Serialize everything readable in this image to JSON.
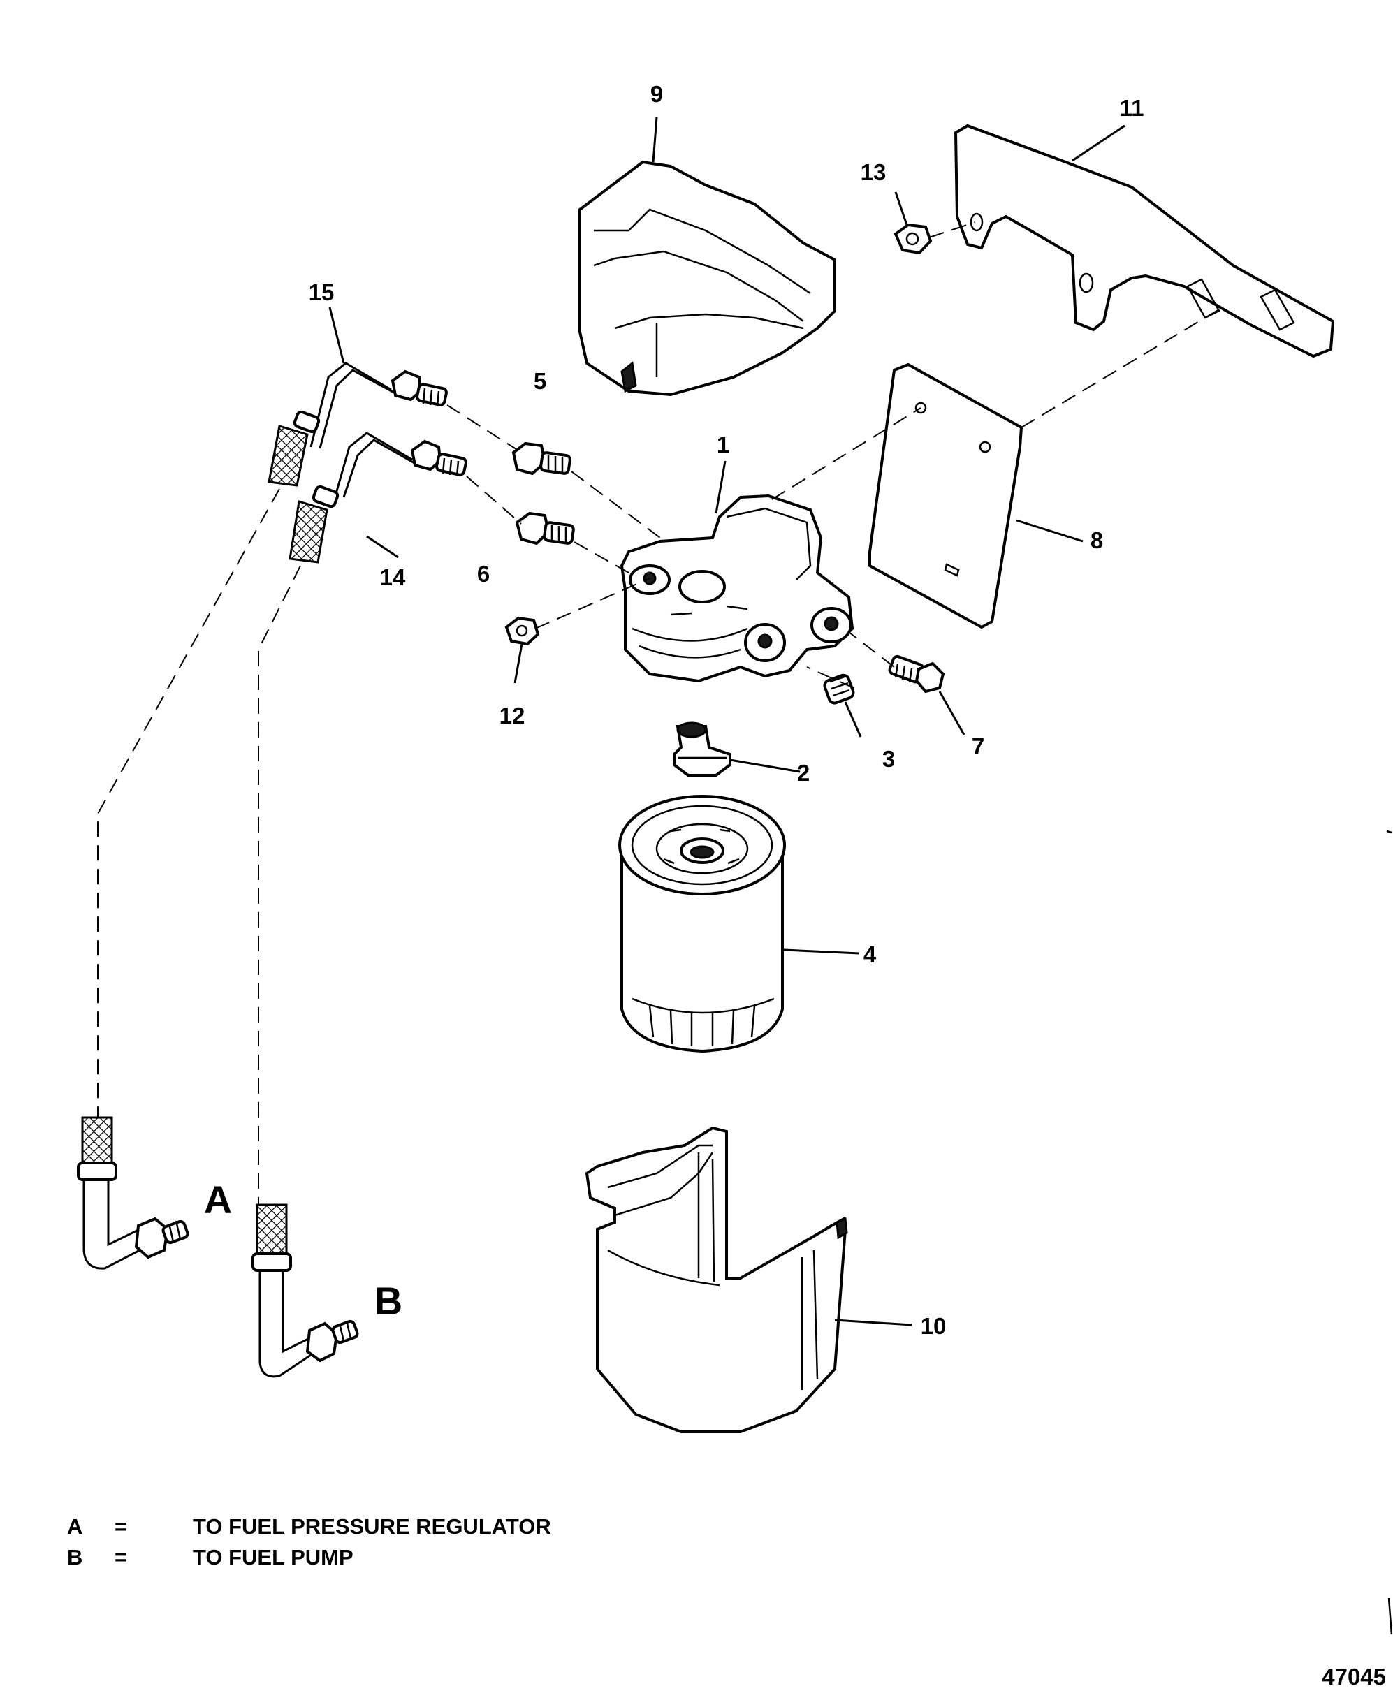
{
  "callouts": {
    "c1": "1",
    "c2": "2",
    "c3": "3",
    "c4": "4",
    "c5": "5",
    "c6": "6",
    "c7": "7",
    "c8": "8",
    "c9": "9",
    "c10": "10",
    "c11": "11",
    "c12": "12",
    "c13": "13",
    "c14": "14",
    "c15": "15"
  },
  "ends": {
    "a": "A",
    "b": "B"
  },
  "legend": [
    {
      "key": "A",
      "eq": "=",
      "text": "TO FUEL PRESSURE REGULATOR"
    },
    {
      "key": "B",
      "eq": "=",
      "text": "TO FUEL PUMP"
    }
  ],
  "figure_number": "47045"
}
